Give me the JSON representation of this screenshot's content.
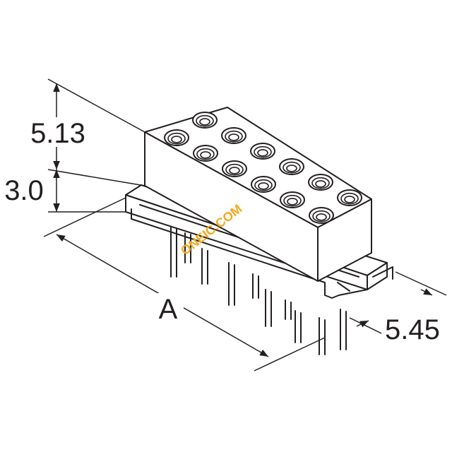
{
  "dimensions": {
    "height_top": "5.13",
    "height_base": "3.0",
    "length": "A",
    "pitch": "5.45"
  },
  "watermark": "ONEIC.COM",
  "colors": {
    "line": "#231f20",
    "watermark": "#f7a81b"
  }
}
